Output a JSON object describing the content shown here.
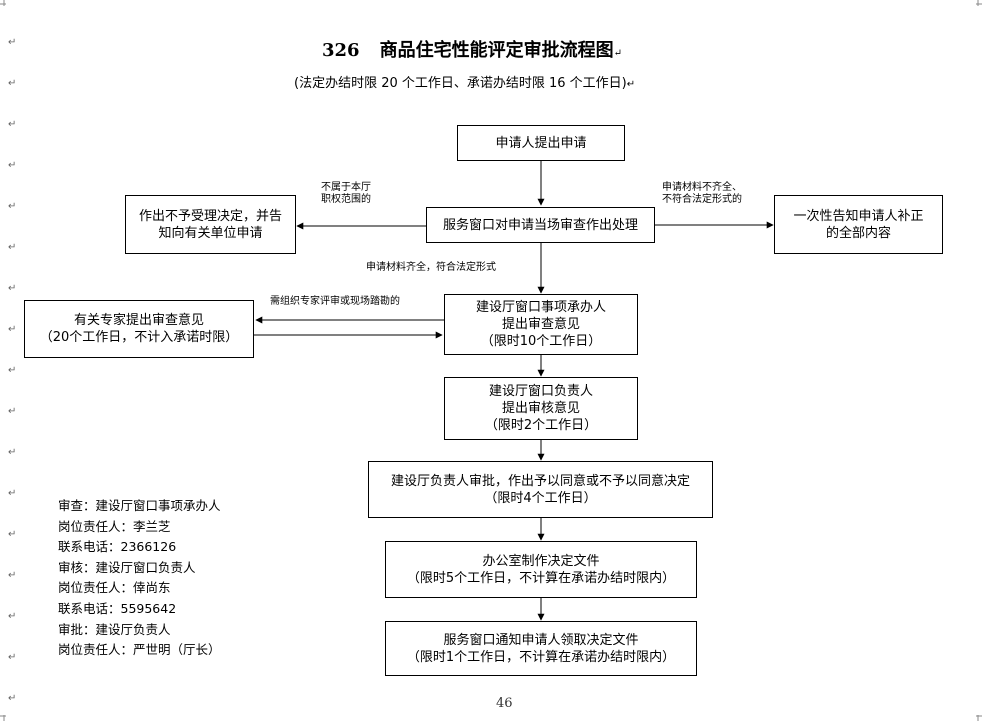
{
  "header": {
    "number": "326",
    "title": "商品住宅性能评定审批流程图",
    "subtitle": "(法定办结时限 20 个工作日、承诺办结时限 16 个工作日)"
  },
  "nodes": {
    "apply": "申请人提出申请",
    "window_review": "服务窗口对申请当场审查作出处理",
    "reject": [
      "作出不予受理决定，并告",
      "知向有关单位申请"
    ],
    "supplement": [
      "一次性告知申请人补正",
      "的全部内容"
    ],
    "expert": [
      "有关专家提出审查意见",
      "（20个工作日，不计入承诺时限）"
    ],
    "officer_review": [
      "建设厅窗口事项承办人",
      "提出审查意见",
      "（限时10个工作日）"
    ],
    "chief_review": [
      "建设厅窗口负责人",
      "提出审核意见",
      "（限时2个工作日）"
    ],
    "approve": [
      "建设厅负责人审批，作出予以同意或不予以同意决定",
      "（限时4个工作日）"
    ],
    "office_doc": [
      "办公室制作决定文件",
      "（限时5个工作日，不计算在承诺办结时限内）"
    ],
    "notify": [
      "服务窗口通知申请人领取决定文件",
      "（限时1个工作日，不计算在承诺办结时限内）"
    ]
  },
  "edge_labels": {
    "out_of_scope": [
      "不属于本厅",
      "职权范围的"
    ],
    "incomplete": [
      "申请材料不齐全、",
      "不符合法定形式的"
    ],
    "complete": "申请材料齐全，符合法定形式",
    "need_expert": "需组织专家评审或现场踏勘的"
  },
  "contacts": [
    "审查：建设厅窗口事项承办人",
    "岗位责任人：李兰芝",
    "联系电话：2366126",
    "审核：建设厅窗口负责人",
    "岗位责任人：倖尚东",
    "联系电话：5595642",
    "审批：建设厅负责人",
    "岗位责任人：严世明（厅长）"
  ],
  "page_number": "46",
  "paragraph_mark": "↵"
}
